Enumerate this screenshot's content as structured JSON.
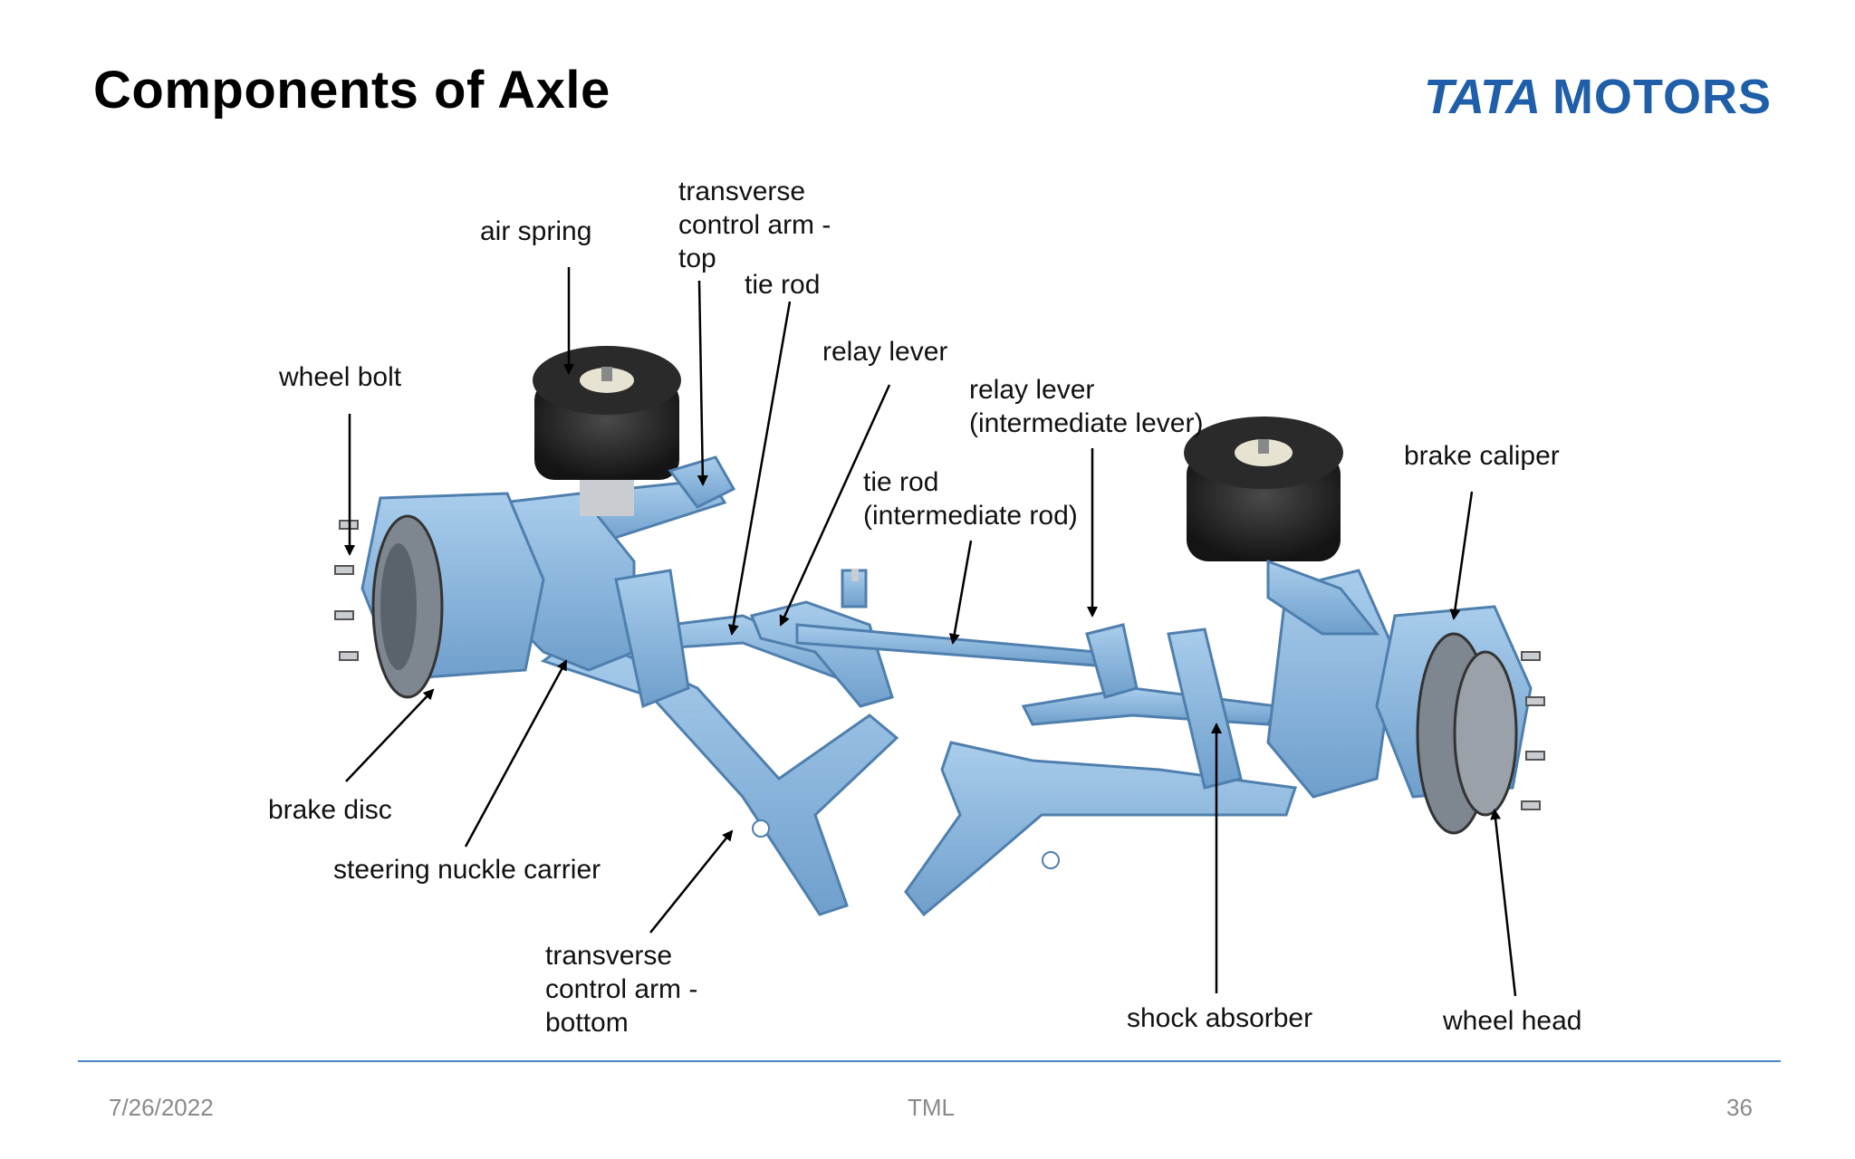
{
  "slide": {
    "title": "Components of Axle",
    "logo": {
      "brand": "TATA",
      "word": "MOTORS",
      "color": "#1f5ea8"
    },
    "accent_color": "#4a86c5",
    "component_color": "#8fb9de",
    "labels": {
      "air_spring": "air spring",
      "transverse_arm_top_1": "transverse",
      "transverse_arm_top_2": "control arm -",
      "transverse_arm_top_3": "top",
      "tie_rod": "tie rod",
      "wheel_bolt": "wheel bolt",
      "relay_lever": "relay lever",
      "relay_lever_int_1": "relay lever",
      "relay_lever_int_2": "(intermediate lever)",
      "tie_rod_int_1": "tie rod",
      "tie_rod_int_2": "(intermediate rod)",
      "brake_caliper": "brake caliper",
      "brake_disc": "brake disc",
      "steering_knuckle": "steering nuckle carrier",
      "transverse_arm_bottom_1": "transverse",
      "transverse_arm_bottom_2": "control arm -",
      "transverse_arm_bottom_3": "bottom",
      "shock_absorber": "shock absorber",
      "wheel_head": "wheel head"
    },
    "footer": {
      "date": "7/26/2022",
      "center": "TML",
      "page": "36"
    }
  }
}
